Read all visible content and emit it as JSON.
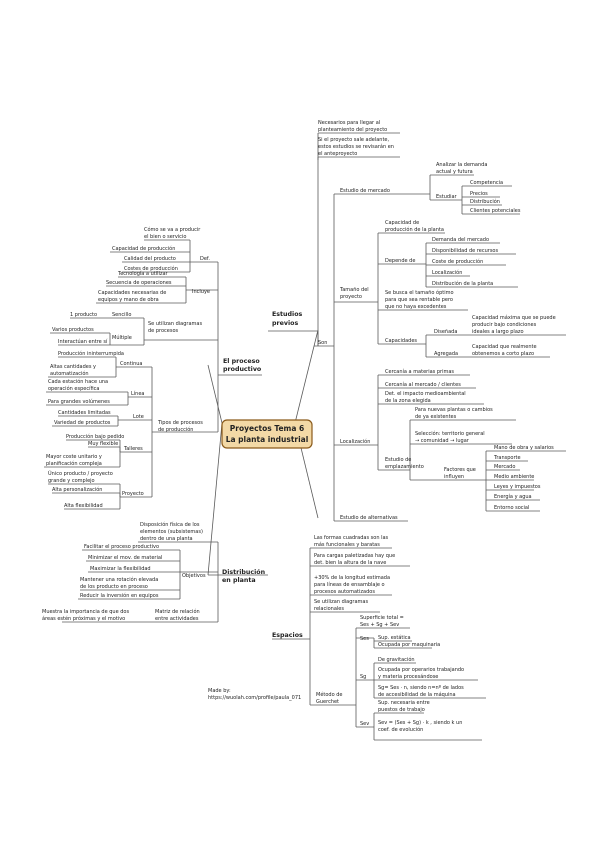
{
  "center": {
    "line1": "Proyectos Tema 6",
    "line2": "La planta industrial",
    "fill": "#f3d9a6",
    "border": "#8a5a1a"
  },
  "branches": {
    "estudios": {
      "line1": "Estudios",
      "line2": "previos"
    },
    "proceso": {
      "line1": "El proceso",
      "line2": "productivo"
    },
    "distribucion": {
      "line1": "Distribución",
      "line2": "en planta"
    },
    "espacios": "Espacios"
  },
  "estudios": {
    "necesarios": [
      "Necesarios para llegar al",
      "planteamiento del proyecto"
    ],
    "adelante": [
      "Si el proyecto sale adelante,",
      "estos estudios se revisarán en",
      "el anteproyecto"
    ],
    "son": "Son",
    "mercado": {
      "label": "Estudio de mercado",
      "analizar": [
        "Analizar la demanda",
        "actual y futura"
      ],
      "estudiar": "Estudiar",
      "items": [
        "Competencia",
        "Precios",
        "Distribución",
        "Clientes potenciales"
      ]
    },
    "tamano": {
      "label": [
        "Tamaño del",
        "proyecto"
      ],
      "capacidad": [
        "Capacidad de",
        "producción de la planta"
      ],
      "depende": "Depende de",
      "depende_items": [
        "Demanda del mercado",
        "Disponibilidad de recursos",
        "Coste de producción",
        "Localización",
        "Distribución de la planta"
      ],
      "optimo": [
        "Se busca el tamaño óptimo",
        "para que sea rentable pero",
        "que no haya excedentes"
      ],
      "capacidades": "Capacidades",
      "disenada": "Diseñada",
      "disenada_text": [
        "Capacidad máxima que se puede",
        "producir bajo condiciones",
        "ideales a largo plazo"
      ],
      "agregada": "Agregada",
      "agregada_text": [
        "Capacidad que realmente",
        "obtenemos a corto plazo"
      ]
    },
    "localizacion": {
      "label": "Localización",
      "cercania1": "Cercanía a materias primas",
      "cercania2": "Cercanía al mercado / clientes",
      "impacto": [
        "Det. el impacto medioambiental",
        "de la zona elegida"
      ],
      "estudio": [
        "Estudio de",
        "emplazamiento"
      ],
      "nuevas": [
        "Para nuevas plantas o cambios",
        "de ya existentes"
      ],
      "seleccion": [
        "Selección: territorio general",
        "→ comunidad → lugar"
      ],
      "factores": [
        "Factores que",
        "influyen"
      ],
      "factores_items": [
        "Mano de obra y salarios",
        "Transporte",
        "Mercado",
        "Medio ambiente",
        "Leyes y impuestos",
        "Energía y agua",
        "Entorno social"
      ]
    },
    "alternativas": "Estudio de alternativas"
  },
  "proceso": {
    "def": "Def.",
    "def_items": [
      [
        "Cómo se va a producir",
        "el bien o servicio"
      ],
      [
        "Capacidad de producción"
      ],
      [
        "Calidad del producto"
      ],
      [
        "Costes de producción"
      ]
    ],
    "incluye": "Incluye",
    "incluye_items": [
      [
        "Tecnología a utilizar"
      ],
      [
        "Secuencia de operaciones"
      ],
      [
        "Capacidades necesarias de",
        "equipos y mano de obra"
      ]
    ],
    "diagramas": [
      "Se utilizan diagramas",
      "de procesos"
    ],
    "sencillo": "Sencillo",
    "sencillo_item": "1 producto",
    "multiple": "Múltiple",
    "multiple_items": [
      "Varios productos",
      "Interactúan entre sí"
    ],
    "tipos": [
      "Tipos de procesos",
      "de producción"
    ],
    "continua": "Continua",
    "continua_items": [
      [
        "Producción ininterrumpida"
      ],
      [
        "Altas cantidades y",
        "automatización"
      ]
    ],
    "linea": "Línea",
    "linea_items": [
      [
        "Cada estación hace una",
        "operación específica"
      ],
      [
        "Para grandes volúmenes"
      ]
    ],
    "lote": "Lote",
    "lote_items": [
      [
        "Cantidades limitadas"
      ],
      [
        "Variedad de productos"
      ]
    ],
    "talleres": "Talleres",
    "talleres_items": [
      [
        "Producción bajo pedido"
      ],
      [
        "Muy flexible"
      ],
      [
        "Mayor coste unitario y",
        "planificación compleja"
      ]
    ],
    "proyecto": "Proyecto",
    "proyecto_items": [
      [
        "Único producto / proyecto",
        "grande y complejo"
      ],
      [
        "Alta personalización"
      ],
      [
        "Alta flexibilidad"
      ]
    ]
  },
  "distribucion": {
    "def": [
      "Disposición física de los",
      "elementos (subsistemas)",
      "dentro de una planta"
    ],
    "objetivos": "Objetivos",
    "objetivos_items": [
      [
        "Facilitar el proceso productivo"
      ],
      [
        "Minimizar el mov. de material"
      ],
      [
        "Maximizar la flexibilidad"
      ],
      [
        "Mantener una rotación elevada",
        "de los producto en proceso"
      ],
      [
        "Reducir la inversión en equipos"
      ]
    ],
    "matriz": [
      "Matriz de relación",
      "entre actividades"
    ],
    "matriz_text": [
      "Muestra la importancia de que dos",
      "áreas estén próximas y el motivo"
    ]
  },
  "espacios": {
    "formas": [
      "Las formas cuadradas son las",
      "más funcionales y baratas"
    ],
    "cargas": [
      "Para cargas paletizadas hay que",
      "det. bien la altura de la nave"
    ],
    "treinta": [
      "+30% de la longitud estimada",
      "para líneas de ensamblaje o",
      "procesos automatizados"
    ],
    "diagramas": [
      "Se utilizan diagramas",
      "relacionales"
    ],
    "metodo": [
      "Método de",
      "Guerchet"
    ],
    "superficie": [
      "Superficie total =",
      "Ses + Sg + Sev"
    ],
    "ses": "Ses",
    "ses_items": [
      "Sup. estática",
      "Ocupada por maquinaria"
    ],
    "sg": "Sg",
    "sg_items": [
      [
        "De gravitación"
      ],
      [
        "Ocupada por operarios trabajando",
        "y materia procesándose"
      ],
      [
        "Sg= Ses · n,  siendo n=nº de lados",
        "de accesibilidad de la máquina"
      ]
    ],
    "sev": "Sev",
    "sev_items": [
      [
        "Sup. necesaria entre",
        "puestos de trabajo"
      ],
      [
        "Sev = (Ses + Sg) · k ,  siendo k un",
        "coef. de evolución"
      ]
    ]
  },
  "credit": [
    "Made by:",
    "https://wuolah.com/profile/paula_071"
  ]
}
